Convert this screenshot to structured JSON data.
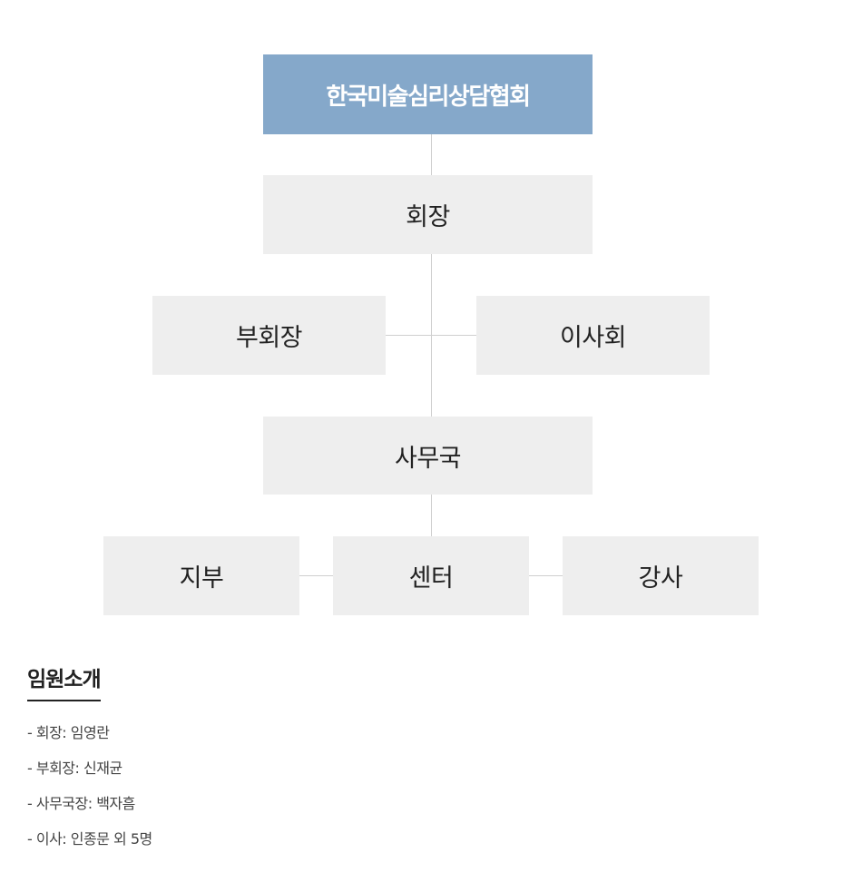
{
  "org_chart": {
    "root": "한국미술심리상담협회",
    "president": "회장",
    "vice_president": "부회장",
    "board": "이사회",
    "secretariat": "사무국",
    "branch": "지부",
    "center": "센터",
    "instructor": "강사"
  },
  "officers": {
    "title": "임원소개",
    "items": [
      "- 회장: 임영란",
      "- 부회장: 신재균",
      "- 사무국장: 백자흠",
      "- 이사: 인종문 외 5명"
    ]
  },
  "colors": {
    "root_box": "#85a8ca",
    "node_box": "#eeeeee",
    "connector": "#cfcfcf",
    "text": "#222222"
  }
}
